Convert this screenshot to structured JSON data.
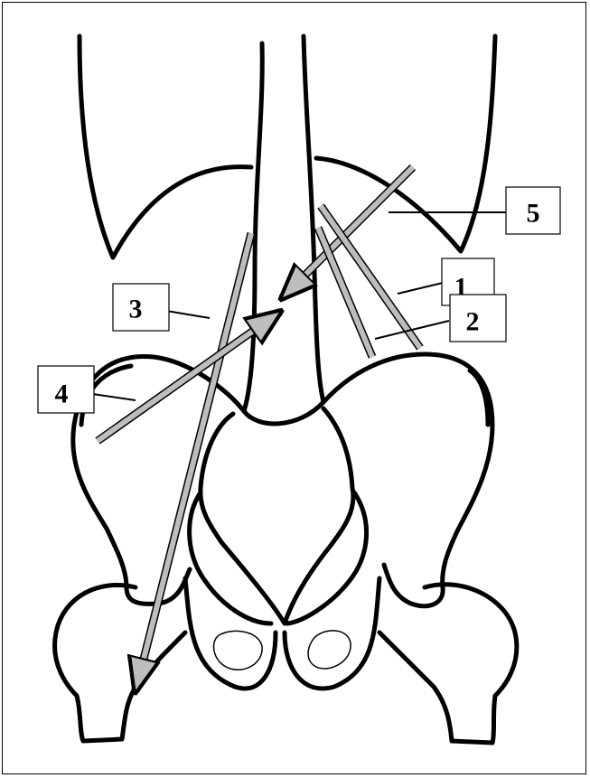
{
  "labels": {
    "l1": "1",
    "l2": "2",
    "l3": "3",
    "l4": "4",
    "l5": "5"
  },
  "colors": {
    "outline": "#000000",
    "arrow_fill": "#bdbdbd",
    "background": "#ffffff"
  }
}
